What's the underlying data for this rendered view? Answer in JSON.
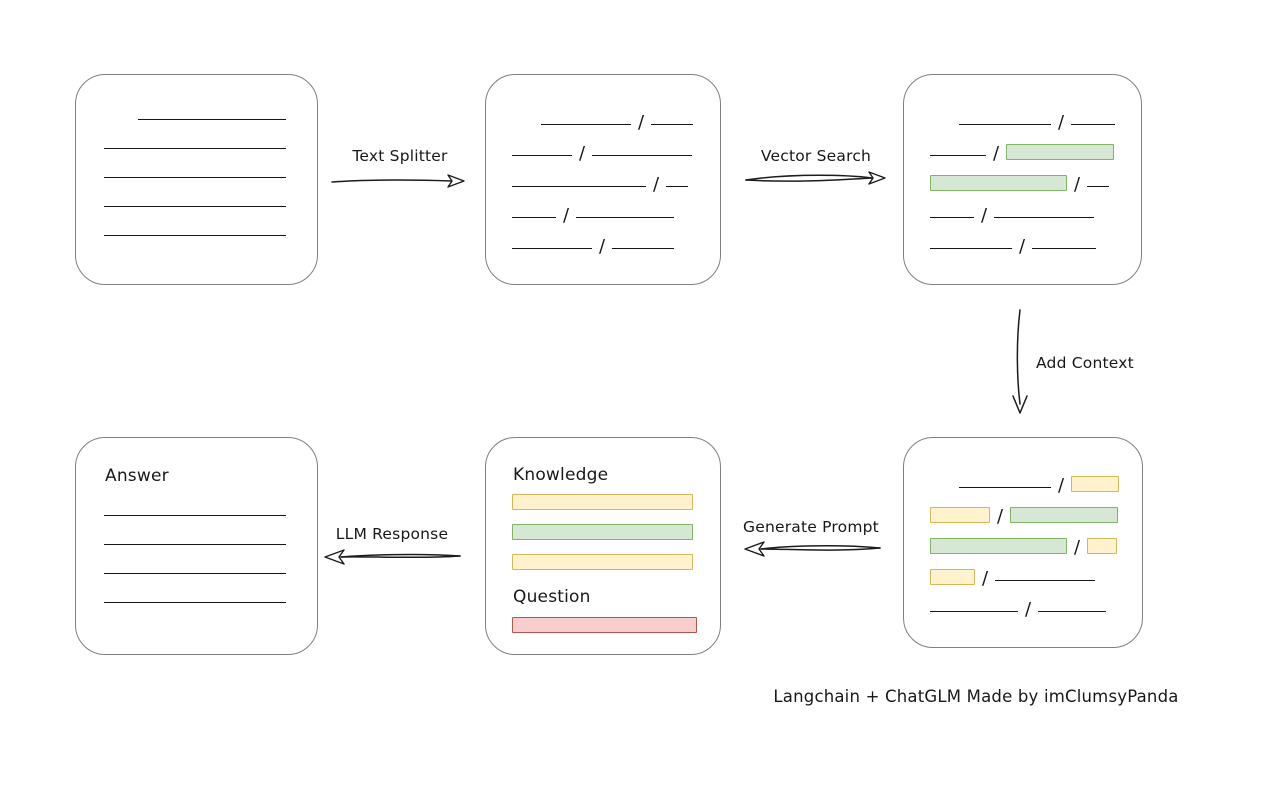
{
  "caption": "Langchain + ChatGLM Made by imClumsyPanda",
  "colors": {
    "green_fill": "#d5e8d4",
    "green_border": "#82b366",
    "yellow_fill": "#fff2cc",
    "yellow_border": "#d6b656",
    "red_fill": "#f8cecc",
    "red_border": "#b85450"
  },
  "arrows": {
    "text_splitter": "Text Splitter",
    "vector_search": "Vector Search",
    "add_context": "Add Context",
    "generate_prompt": "Generate Prompt",
    "llm_response": "LLM Response"
  },
  "document_box": {
    "lines": [
      {
        "indent": 34,
        "w": 148
      },
      {
        "indent": 0,
        "w": 182
      },
      {
        "indent": 0,
        "w": 182
      },
      {
        "indent": 0,
        "w": 182
      },
      {
        "indent": 0,
        "w": 182
      }
    ]
  },
  "split_box": {
    "rows": [
      {
        "indent": 29,
        "segs": [
          {
            "t": "line",
            "w": 90
          },
          {
            "t": "slash"
          },
          {
            "t": "line",
            "w": 42
          }
        ]
      },
      {
        "indent": 0,
        "segs": [
          {
            "t": "line",
            "w": 60
          },
          {
            "t": "slash"
          },
          {
            "t": "line",
            "w": 100
          }
        ]
      },
      {
        "indent": 0,
        "segs": [
          {
            "t": "line",
            "w": 134
          },
          {
            "t": "slash"
          },
          {
            "t": "line",
            "w": 22
          }
        ]
      },
      {
        "indent": 0,
        "segs": [
          {
            "t": "line",
            "w": 44
          },
          {
            "t": "slash"
          },
          {
            "t": "line",
            "w": 98
          }
        ]
      },
      {
        "indent": 0,
        "segs": [
          {
            "t": "line",
            "w": 80
          },
          {
            "t": "slash"
          },
          {
            "t": "line",
            "w": 62
          }
        ]
      }
    ]
  },
  "vector_box": {
    "rows": [
      {
        "indent": 29,
        "segs": [
          {
            "t": "line",
            "w": 92
          },
          {
            "t": "slash"
          },
          {
            "t": "line",
            "w": 44
          }
        ]
      },
      {
        "indent": 0,
        "segs": [
          {
            "t": "line",
            "w": 56
          },
          {
            "t": "slash"
          },
          {
            "t": "green",
            "w": 108
          }
        ]
      },
      {
        "indent": 0,
        "segs": [
          {
            "t": "green",
            "w": 137
          },
          {
            "t": "slash"
          },
          {
            "t": "line",
            "w": 22
          }
        ]
      },
      {
        "indent": 0,
        "segs": [
          {
            "t": "line",
            "w": 44
          },
          {
            "t": "slash"
          },
          {
            "t": "line",
            "w": 100
          }
        ]
      },
      {
        "indent": 0,
        "segs": [
          {
            "t": "line",
            "w": 82
          },
          {
            "t": "slash"
          },
          {
            "t": "line",
            "w": 64
          }
        ]
      }
    ]
  },
  "context_box": {
    "rows": [
      {
        "indent": 29,
        "segs": [
          {
            "t": "line",
            "w": 92
          },
          {
            "t": "slash"
          },
          {
            "t": "yellow",
            "w": 48
          }
        ]
      },
      {
        "indent": 0,
        "segs": [
          {
            "t": "yellow",
            "w": 60
          },
          {
            "t": "slash"
          },
          {
            "t": "green",
            "w": 108
          }
        ]
      },
      {
        "indent": 0,
        "segs": [
          {
            "t": "green",
            "w": 137
          },
          {
            "t": "slash"
          },
          {
            "t": "yellow",
            "w": 30
          }
        ]
      },
      {
        "indent": 0,
        "segs": [
          {
            "t": "yellow",
            "w": 45
          },
          {
            "t": "slash"
          },
          {
            "t": "line",
            "w": 100
          }
        ]
      },
      {
        "indent": 0,
        "segs": [
          {
            "t": "line",
            "w": 88
          },
          {
            "t": "slash"
          },
          {
            "t": "line",
            "w": 68
          }
        ]
      }
    ]
  },
  "prompt_box": {
    "knowledge_label": "Knowledge",
    "question_label": "Question",
    "knowledge_bars": [
      {
        "color": "yellow",
        "w": 181
      },
      {
        "color": "green",
        "w": 181
      },
      {
        "color": "yellow",
        "w": 181
      }
    ],
    "question_bars": [
      {
        "color": "red",
        "w": 185
      }
    ]
  },
  "answer_box": {
    "label": "Answer",
    "lines": [
      {
        "indent": 0,
        "w": 182
      },
      {
        "indent": 0,
        "w": 182
      },
      {
        "indent": 0,
        "w": 182
      },
      {
        "indent": 0,
        "w": 182
      }
    ]
  }
}
